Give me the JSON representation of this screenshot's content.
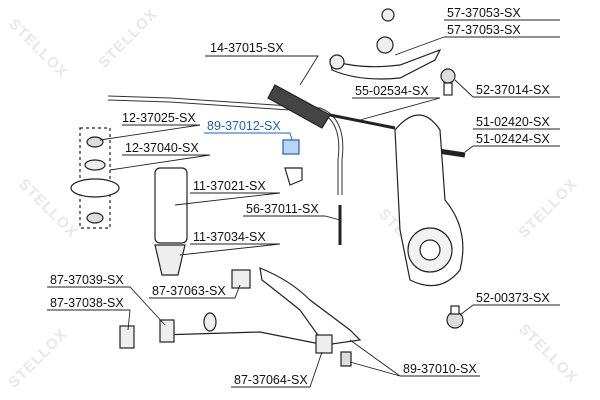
{
  "watermark": "STELLOX",
  "highlight_color": "#1f5fbf",
  "parts": {
    "p14_37015": "14-37015-SX",
    "p57_37053_a": "57-37053-SX",
    "p57_37053_b": "57-37053-SX",
    "p52_37014": "52-37014-SX",
    "p55_02534": "55-02534-SX",
    "p12_37025": "12-37025-SX",
    "p89_37012": "89-37012-SX",
    "p12_37040": "12-37040-SX",
    "p51_02420": "51-02420-SX",
    "p51_02424": "51-02424-SX",
    "p11_37021": "11-37021-SX",
    "p56_37011": "56-37011-SX",
    "p11_37034": "11-37034-SX",
    "p87_37039": "87-37039-SX",
    "p87_37063": "87-37063-SX",
    "p87_37038": "87-37038-SX",
    "p52_00373": "52-00373-SX",
    "p87_37064": "87-37064-SX",
    "p89_37010": "89-37010-SX"
  }
}
